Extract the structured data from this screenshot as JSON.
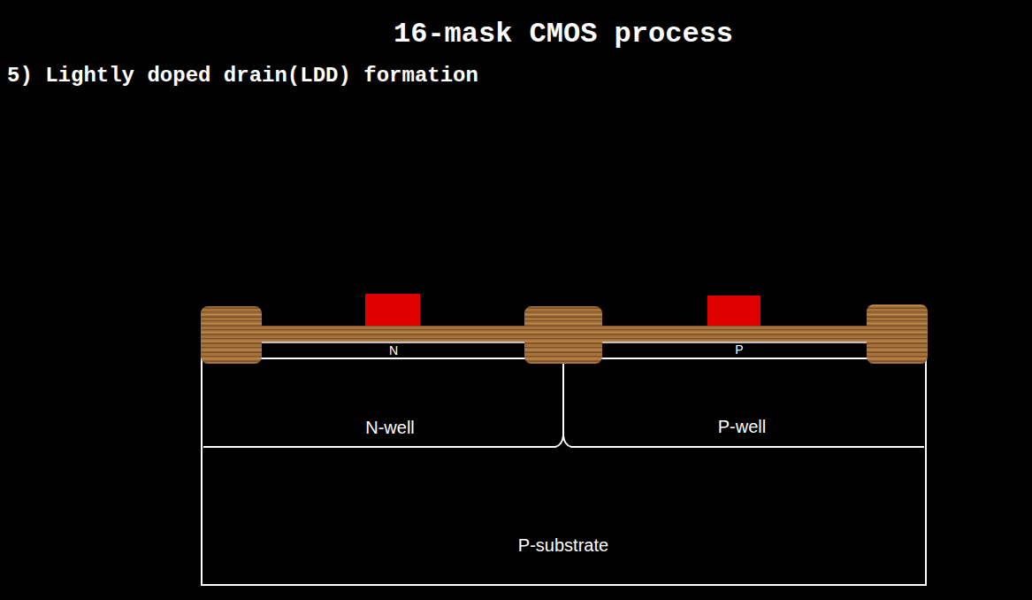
{
  "diagram": {
    "title": "16-mask CMOS process",
    "nodes": [
      {
        "text": [
          "P-substrate"
        ]
      },
      {
        "text": [
          "N-well"
        ],
        "in": 0
      },
      {
        "text": [
          "P-well"
        ],
        "in": 0
      }
    ],
    "labels": [
      "5) Lightly doped drain(LDD) formation",
      "N",
      "P"
    ]
  }
}
